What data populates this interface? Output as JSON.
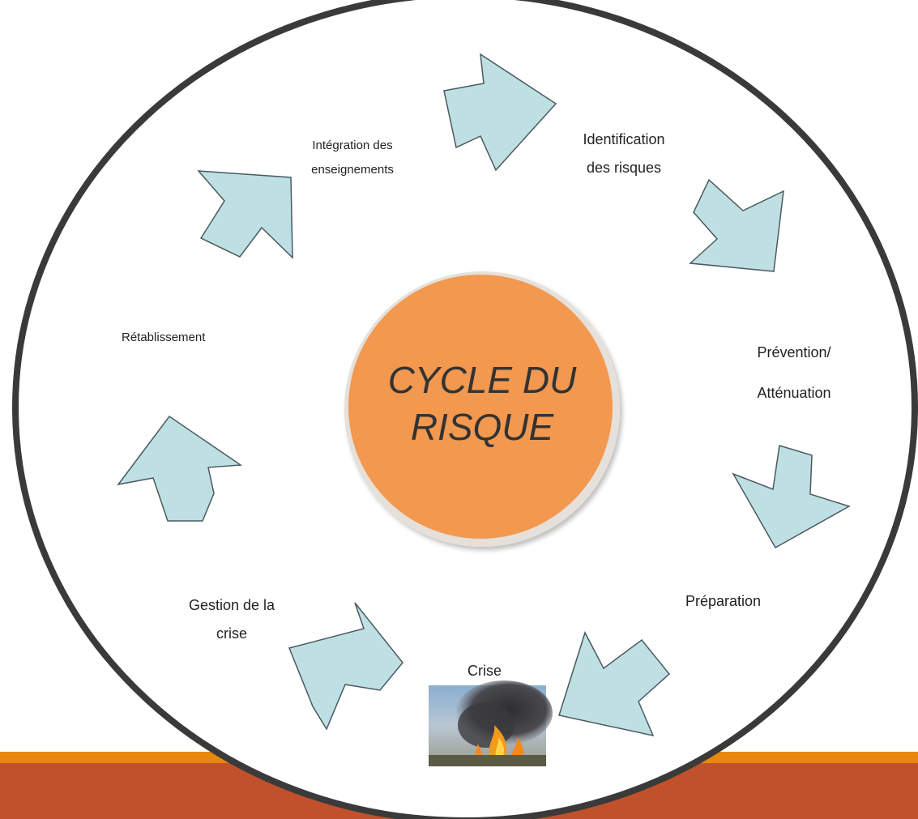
{
  "diagram": {
    "title_line1": "CYCLE DU",
    "title_line2": "RISQUE",
    "stages": {
      "integration_line1": "Intégration des",
      "integration_line2": "enseignements",
      "identification_line1": "Identification",
      "identification_line2": "des risques",
      "prevention_line1": "Prévention/",
      "prevention_line2": "Atténuation",
      "preparation": "Préparation",
      "crise": "Crise",
      "gestion_line1": "Gestion de la",
      "gestion_line2": "crise",
      "retablissement": "Rétablissement"
    },
    "colors": {
      "center_circle": "#f2984f",
      "arrow_fill": "#bfe0e3",
      "arrow_stroke": "#4a5a60",
      "ellipse_border": "#3a3a3a",
      "footer_bar": "#c0512a",
      "footer_stripe": "#e8880e"
    },
    "icons": {
      "crisis_photo": "fire-smoke-photo"
    }
  }
}
